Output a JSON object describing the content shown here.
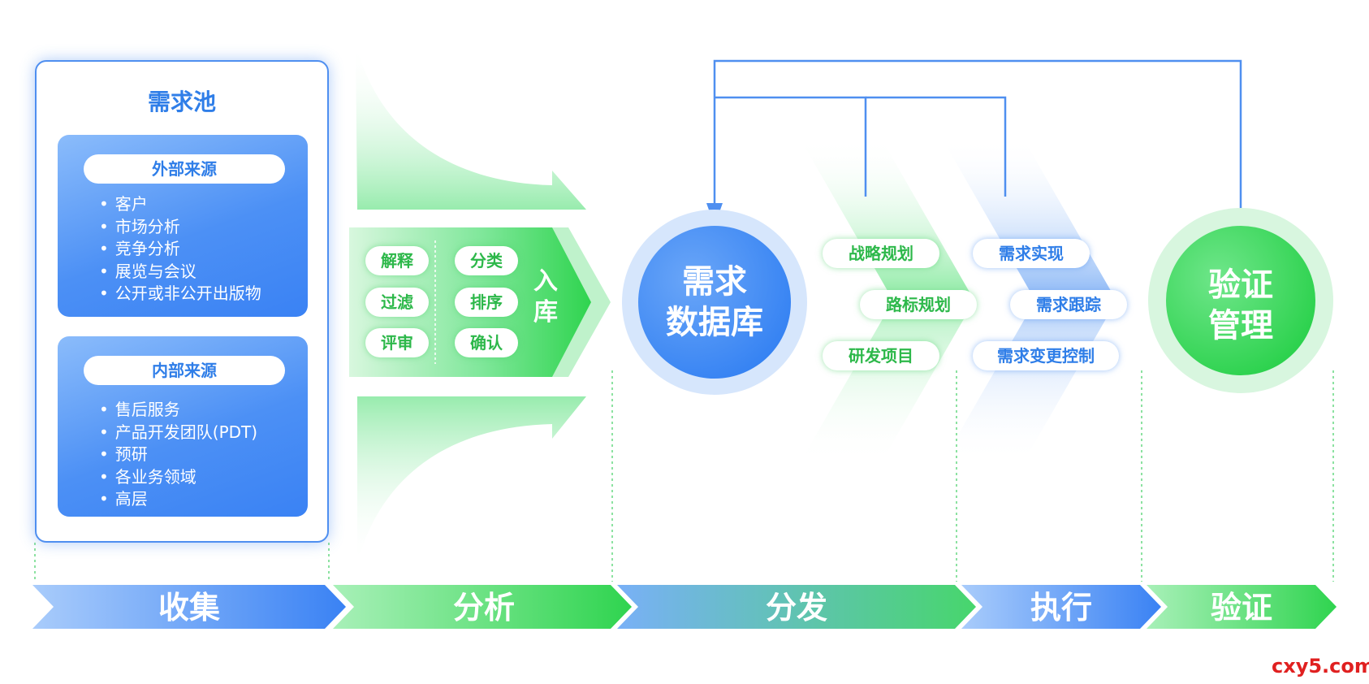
{
  "pool": {
    "title": "需求池",
    "external": {
      "heading": "外部来源",
      "items": [
        "客户",
        "市场分析",
        "竞争分析",
        "展览与会议",
        "公开或非公开出版物"
      ]
    },
    "internal": {
      "heading": "内部来源",
      "items": [
        "售后服务",
        "产品开发团队(PDT)",
        "预研",
        "各业务领域",
        "高层"
      ]
    }
  },
  "analysis": {
    "left_steps": [
      "解释",
      "过滤",
      "评审"
    ],
    "right_steps": [
      "分类",
      "排序",
      "确认"
    ],
    "store_label": "入库"
  },
  "database": {
    "line1": "需求",
    "line2": "数据库"
  },
  "distribute": {
    "items": [
      "战略规划",
      "路标规划",
      "研发项目"
    ]
  },
  "execute": {
    "items": [
      "需求实现",
      "需求跟踪",
      "需求变更控制"
    ]
  },
  "verify": {
    "line1": "验证",
    "line2": "管理"
  },
  "stages": [
    "收集",
    "分析",
    "分发",
    "执行",
    "验证"
  ],
  "watermark": "cxy5.com",
  "colors": {
    "blue": "#3a82f4",
    "blue_light": "#8bbcfb",
    "green": "#2fd44f",
    "green_light": "#a8f0b8",
    "text_blue": "#2f7ee8",
    "text_green": "#2db84a",
    "watermark": "#e02020"
  }
}
